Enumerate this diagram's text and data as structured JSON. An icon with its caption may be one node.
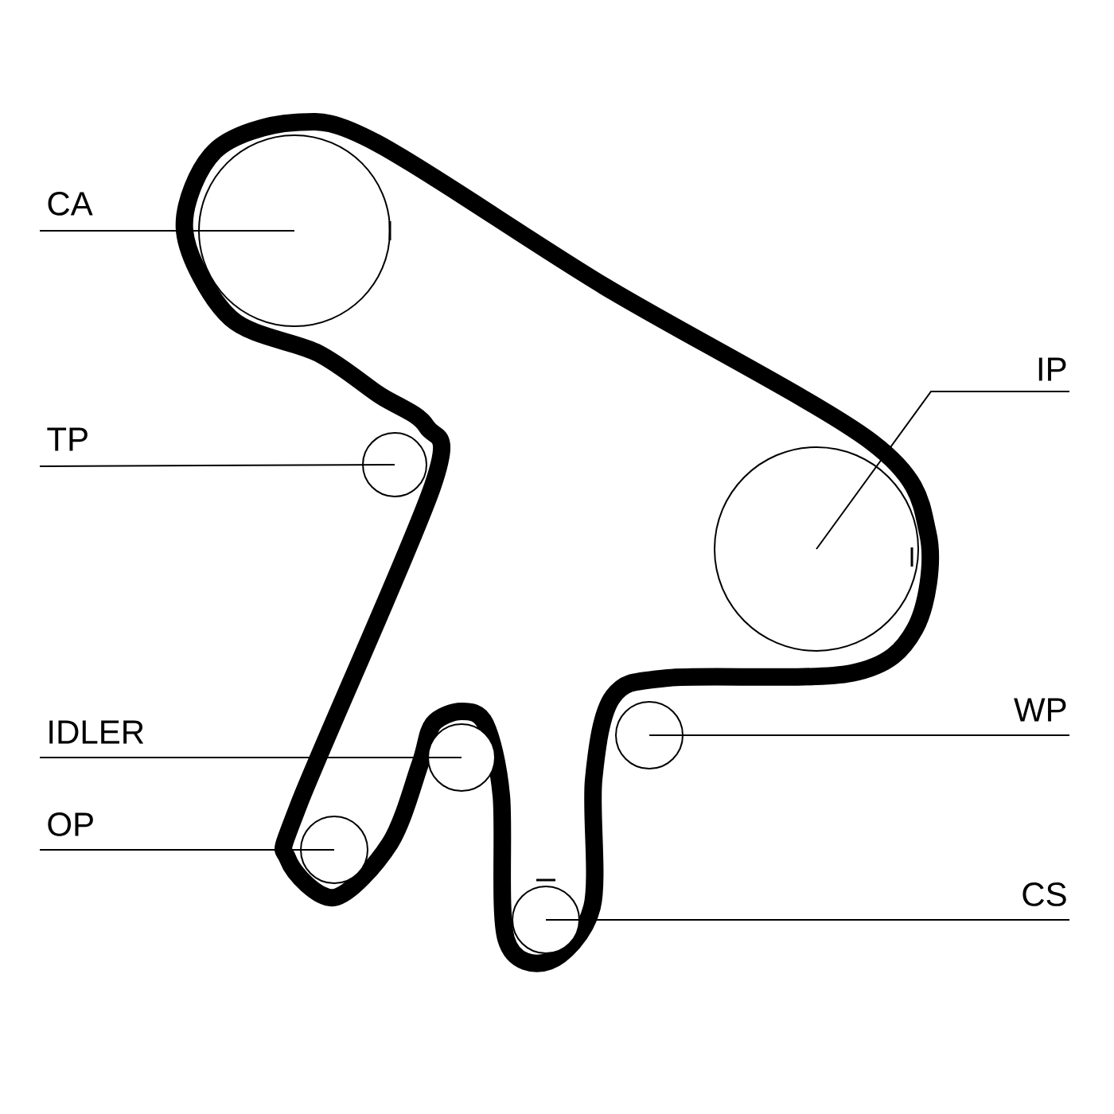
{
  "diagram": {
    "nodes": [
      {
        "text": [
          "CA"
        ]
      },
      {
        "text": [],
        "shape": "circle"
      },
      {
        "text": [
          "IP"
        ]
      },
      {
        "text": [],
        "shape": "circle"
      },
      {
        "text": [
          "TP"
        ]
      },
      {
        "text": [],
        "shape": "circle"
      },
      {
        "text": [
          "IDLER"
        ]
      },
      {
        "text": [],
        "shape": "circle"
      },
      {
        "text": [
          "WP"
        ]
      },
      {
        "text": [],
        "shape": "circle"
      },
      {
        "text": [
          "OP"
        ]
      },
      {
        "text": [],
        "shape": "circle"
      },
      {
        "text": [
          "CS"
        ]
      },
      {
        "text": [],
        "shape": "circle"
      }
    ],
    "edges": [
      {
        "from": 0,
        "to": 1,
        "arrow": "none"
      },
      {
        "from": 2,
        "to": 3,
        "arrow": "none"
      },
      {
        "from": 4,
        "to": 5,
        "arrow": "none"
      },
      {
        "from": 6,
        "to": 7,
        "arrow": "none"
      },
      {
        "from": 8,
        "to": 9,
        "arrow": "none"
      },
      {
        "from": 10,
        "to": 11,
        "arrow": "none"
      },
      {
        "from": 12,
        "to": 13,
        "arrow": "none"
      }
    ]
  }
}
